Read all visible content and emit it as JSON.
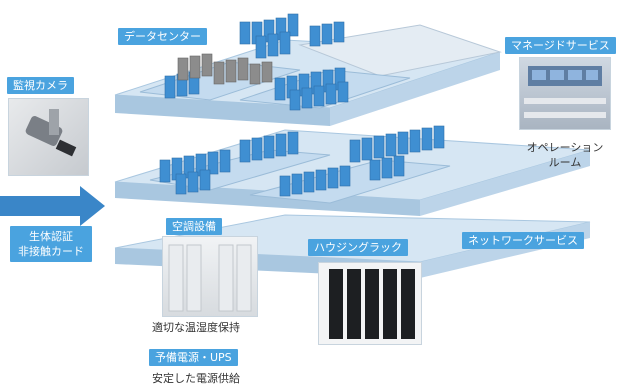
{
  "labels": {
    "datacenter": "データセンター",
    "managed_service": "マネージドサービス",
    "camera": "監視カメラ",
    "auth_line1": "生体認証",
    "auth_line2": "非接触カード",
    "aircon": "空調設備",
    "housing": "ハウジングラック",
    "network": "ネットワークサービス",
    "ups": "予備電源・UPS"
  },
  "captions": {
    "operation_line1": "オペレーション",
    "operation_line2": "ルーム",
    "temperature": "適切な温湿度保持",
    "power": "安定した電源供給"
  },
  "colors": {
    "label_bg": "#4aa3df",
    "floor_top": "#d6e6f3",
    "floor_side": "#a9c7e0",
    "rack_blue": "#3f8fd2",
    "rack_gray": "#8c8c8c",
    "arrow": "#3a86c8"
  }
}
